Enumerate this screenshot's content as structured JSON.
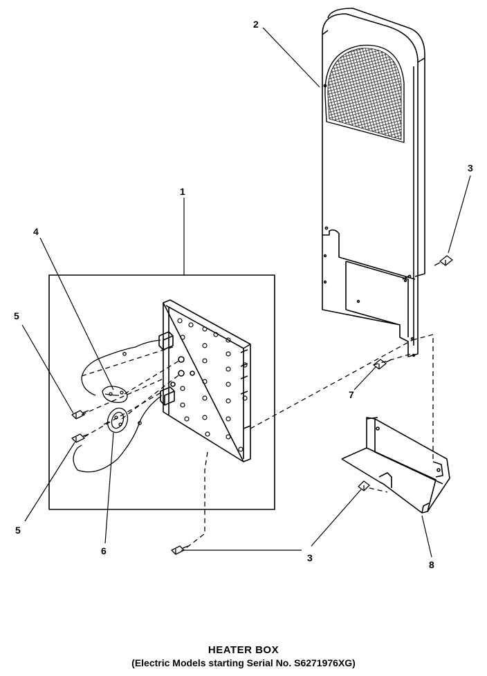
{
  "callouts": [
    "1",
    "2",
    "3",
    "4",
    "5",
    "6",
    "7",
    "8"
  ],
  "caption": {
    "title": "HEATER BOX",
    "subtitle": "(Electric Models starting Serial No. S6271976XG)"
  },
  "colors": {
    "ink": "#000000",
    "paper": "#ffffff"
  }
}
